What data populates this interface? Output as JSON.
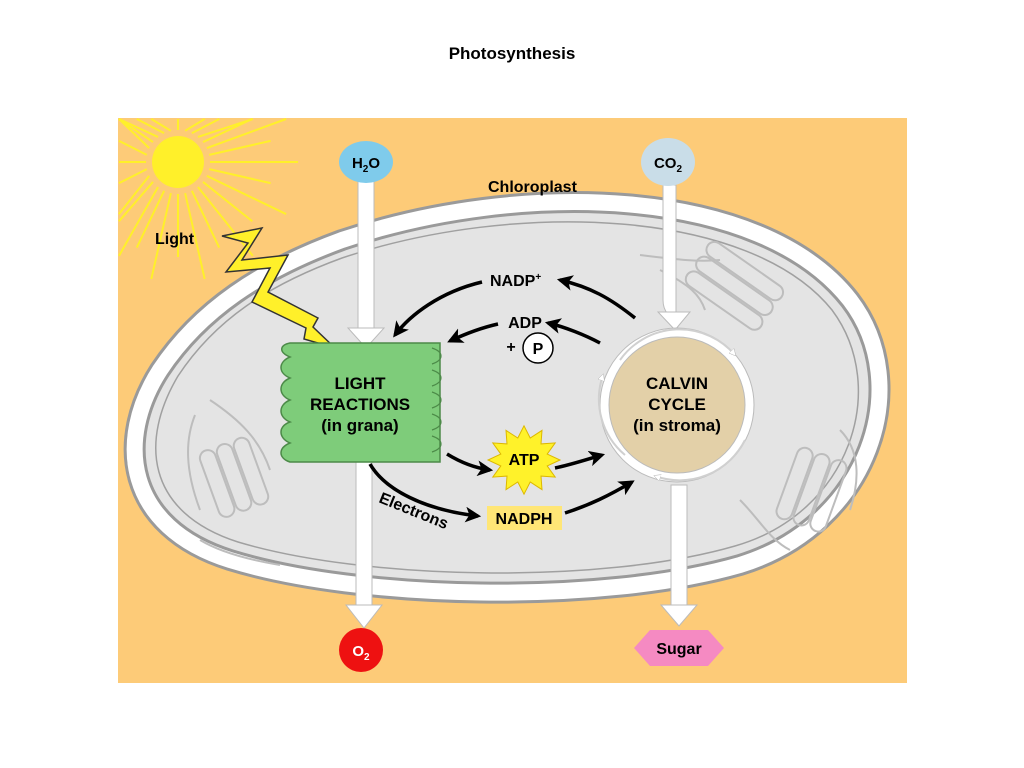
{
  "title": "Photosynthesis",
  "labels": {
    "light": "Light",
    "chloroplast": "Chloroplast",
    "electrons": "Electrons",
    "nadp": "NADP",
    "nadp_sup": "+",
    "adp": "ADP",
    "plus": "+",
    "p": "P",
    "atp": "ATP",
    "nadph": "NADPH"
  },
  "light_reactions": {
    "line1": "LIGHT",
    "line2": "REACTIONS",
    "line3": "(in grana)"
  },
  "calvin_cycle": {
    "line1": "CALVIN",
    "line2": "CYCLE",
    "line3": "(in stroma)"
  },
  "inputs": {
    "water": {
      "base": "H",
      "sub": "2",
      "tail": "O"
    },
    "co2": {
      "base": "CO",
      "sub": "2"
    }
  },
  "outputs": {
    "oxygen": {
      "base": "O",
      "sub": "2"
    },
    "sugar": "Sugar"
  },
  "colors": {
    "background": "#FDCB78",
    "stroma": "#E6E6E6",
    "membrane": "#FFFFFF",
    "grana": "#7ECC7A",
    "calvin": "#E3D0A8",
    "sun": "#FFF02A",
    "water": "#7FCBEB",
    "co2": "#C9DDE8",
    "oxygen": "#EE1111",
    "sugar": "#F58AC2",
    "atp": "#FFF22A",
    "nadph_box": "#FFE676"
  }
}
